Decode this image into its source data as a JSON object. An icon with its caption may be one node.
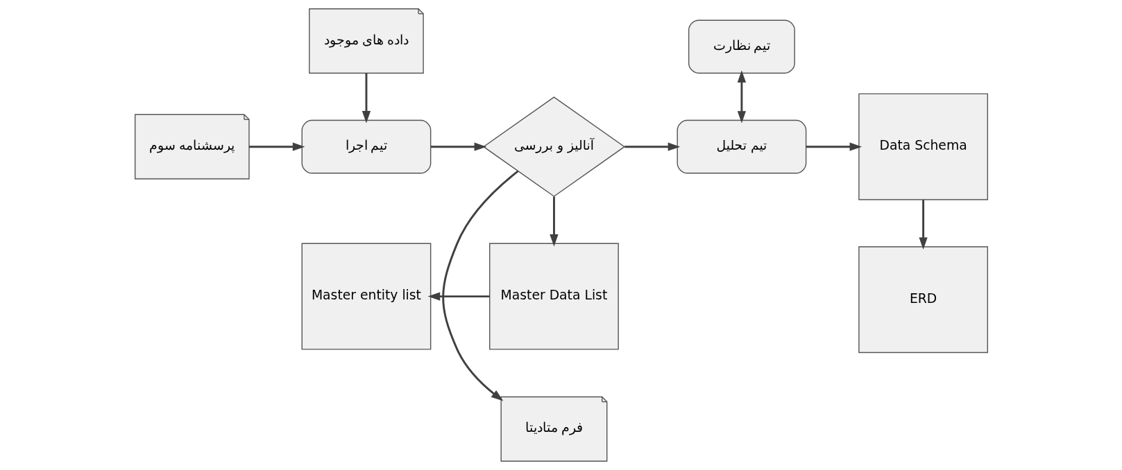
{
  "diagram": {
    "nodes": [
      {
        "text": [
          "پرسشنامه سوم"
        ]
      },
      {
        "text": [
          "داده های موجود"
        ]
      },
      {
        "text": [
          "تیم اجرا"
        ]
      },
      {
        "text": [
          "فرم متادیتا"
        ]
      },
      {
        "text": [
          "آنالیز و بررسی"
        ]
      },
      {
        "text": [
          "تیم نظارت"
        ]
      },
      {
        "text": [
          "تیم تحلیل"
        ]
      },
      {
        "text": [
          "Data Schema"
        ]
      },
      {
        "text": [
          "Master entity list"
        ]
      },
      {
        "text": [
          "Master Data List"
        ]
      },
      {
        "text": [
          "ERD"
        ]
      }
    ],
    "edges": [
      {
        "from": 0,
        "to": 2,
        "arrow": "to"
      },
      {
        "from": 1,
        "to": 2,
        "arrow": "to"
      },
      {
        "from": 2,
        "to": 4,
        "arrow": "to"
      },
      {
        "from": 4,
        "to": 3,
        "arrow": "to"
      },
      {
        "from": 4,
        "to": 6,
        "arrow": "to"
      },
      {
        "from": 5,
        "to": 6,
        "arrow": "both"
      },
      {
        "from": 6,
        "to": 7,
        "arrow": "to"
      },
      {
        "from": 4,
        "to": 9,
        "arrow": "to"
      },
      {
        "from": 9,
        "to": 8,
        "arrow": "to"
      },
      {
        "from": 7,
        "to": 10,
        "arrow": "to"
      }
    ]
  }
}
